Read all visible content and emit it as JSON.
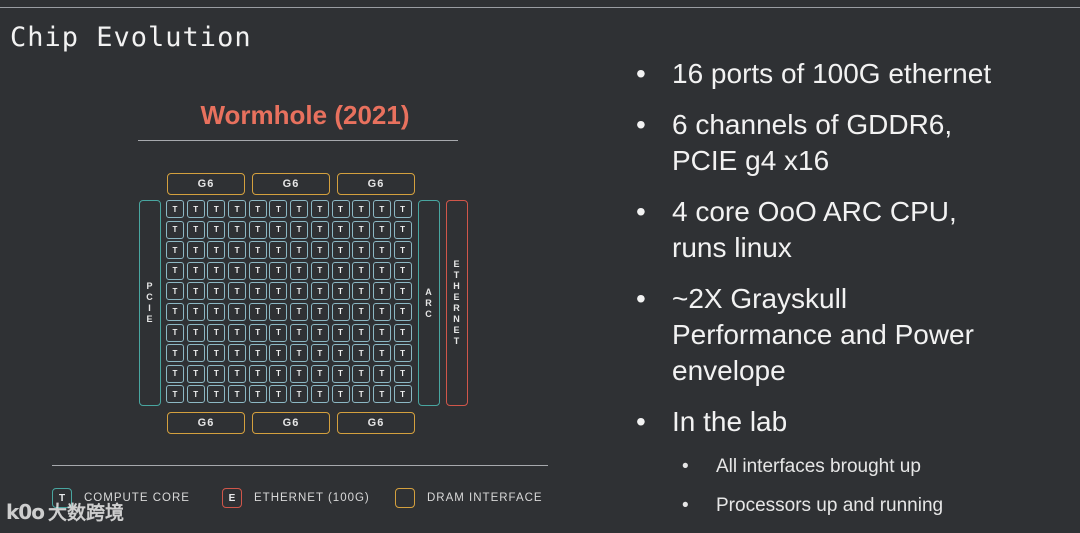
{
  "slide": {
    "title": "Chip Evolution"
  },
  "diagram": {
    "title": "Wormhole (2021)",
    "top_blocks": [
      "G6",
      "G6",
      "G6"
    ],
    "bottom_blocks": [
      "G6",
      "G6",
      "G6"
    ],
    "left_block": "PCIE",
    "right_inner_block": "ARC",
    "right_outer_block": "ETHERNET",
    "tile_label": "T",
    "grid_rows": 10,
    "grid_cols": 12,
    "colors": {
      "compute": "#8cb8c4",
      "ethernet": "#d0564a",
      "dram": "#d4a03e",
      "io": "#49a6a0",
      "title": "#e8715e"
    }
  },
  "legend": [
    {
      "symbol": "T",
      "label": "COMPUTE CORE",
      "color": "#49a6a0"
    },
    {
      "symbol": "E",
      "label": "ETHERNET (100G)",
      "color": "#d0564a"
    },
    {
      "symbol": "",
      "label": "DRAM INTERFACE",
      "color": "#d4a03e"
    }
  ],
  "bullets": [
    "16 ports of 100G ethernet",
    "6 channels of GDDR6, PCIE g4 x16",
    "4 core OoO ARC CPU, runs linux",
    "~2X Grayskull Performance and Power envelope",
    "In the lab"
  ],
  "sub_bullets": [
    "All interfaces brought up",
    "Processors up and running"
  ],
  "watermark": {
    "logo": "k0o",
    "text": "大数跨境"
  }
}
